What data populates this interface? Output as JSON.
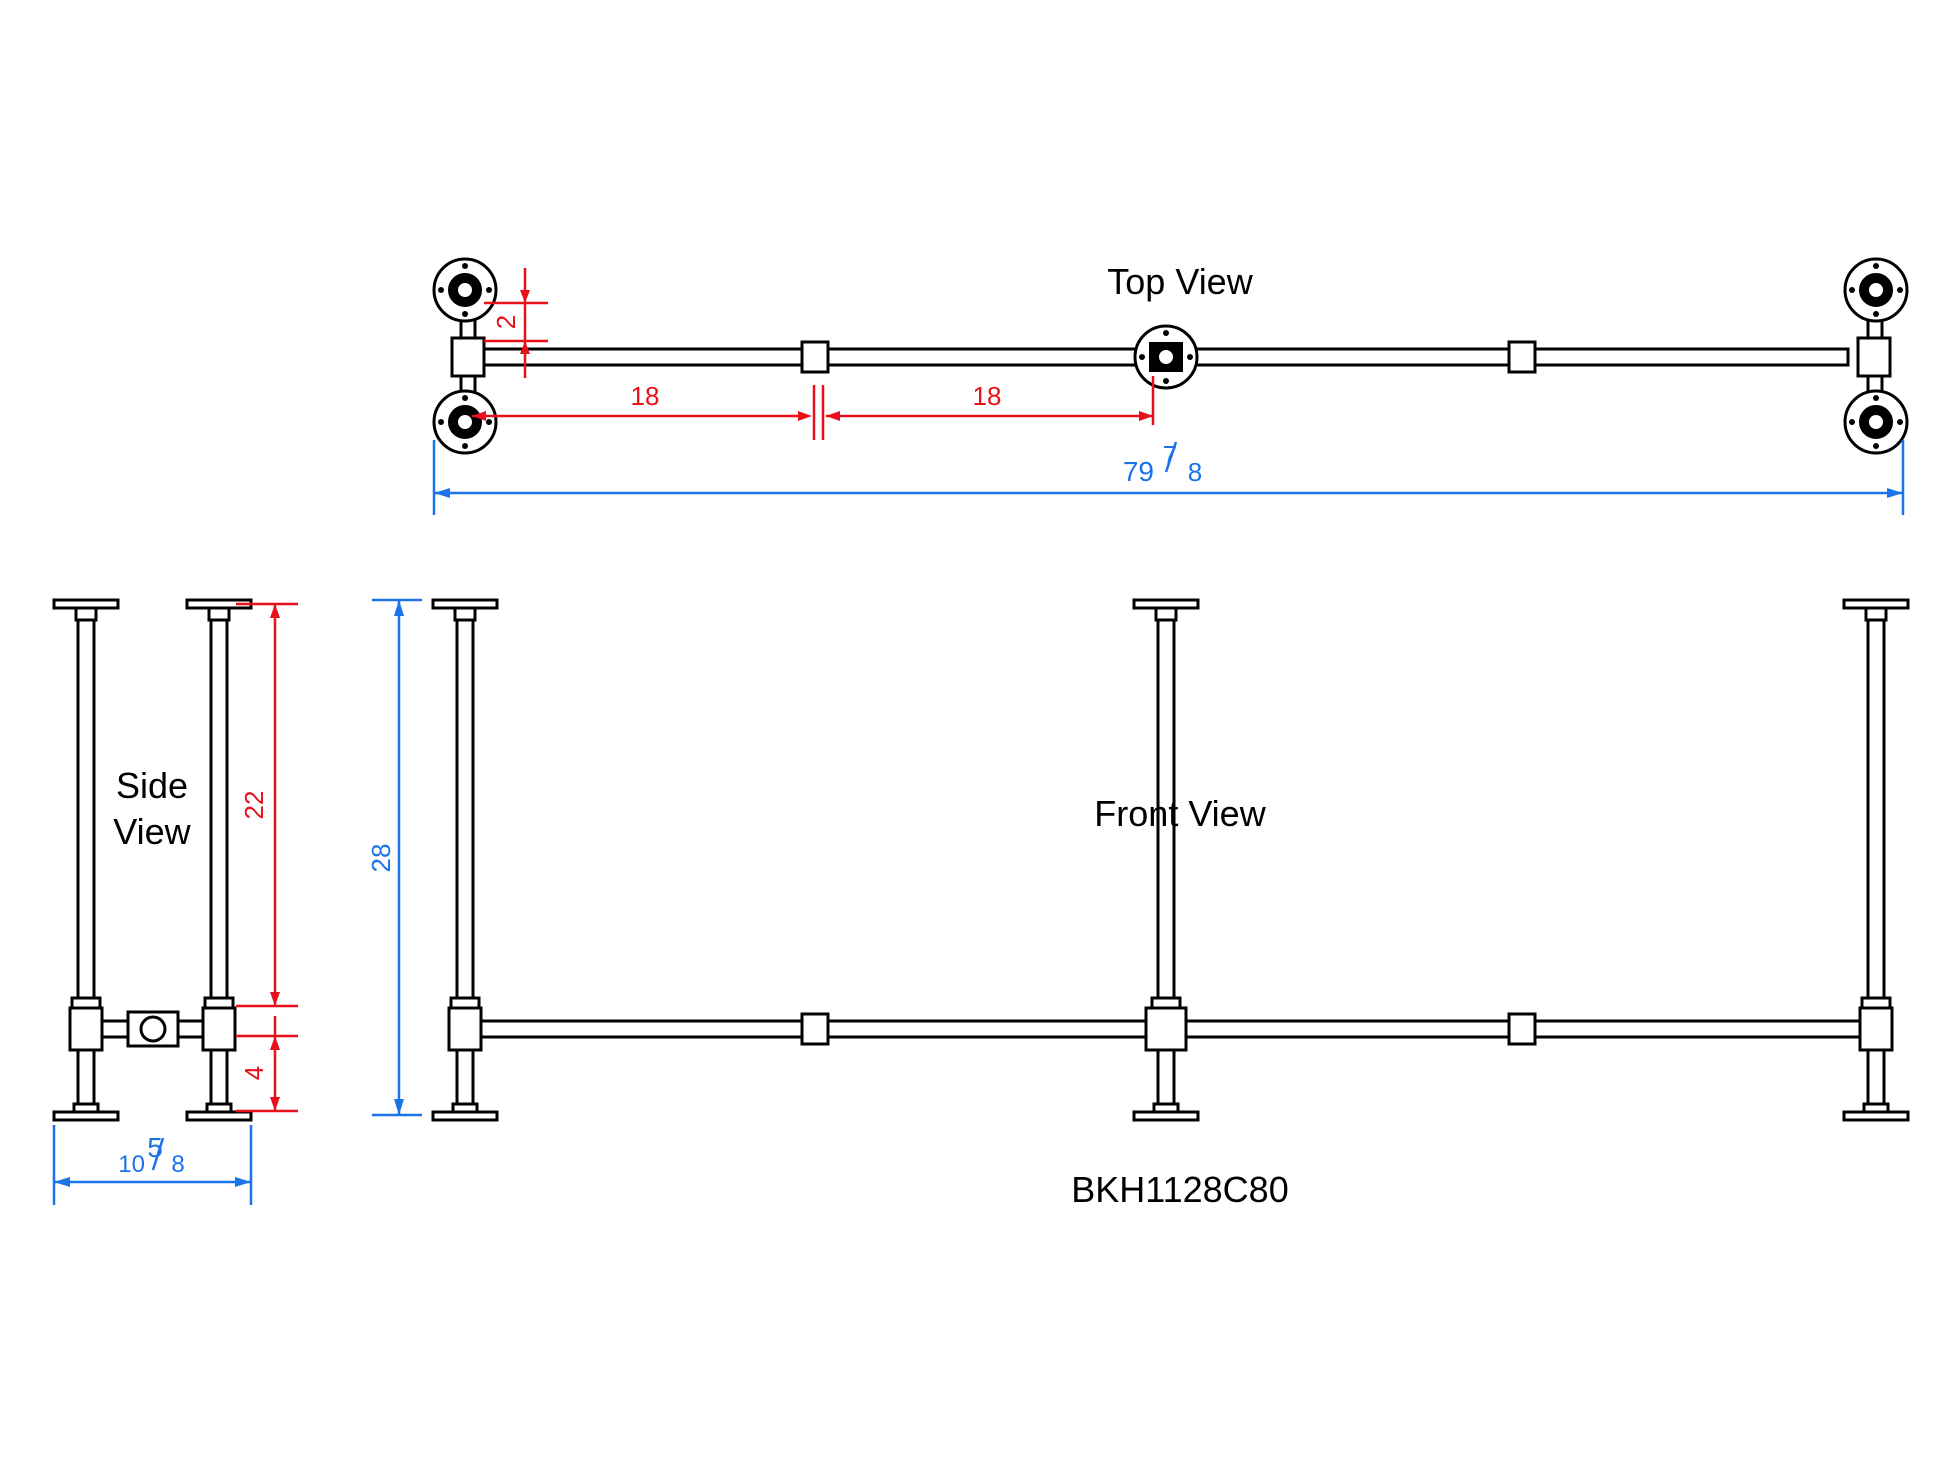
{
  "views": {
    "top_title": "Top View",
    "side_title_line1": "Side",
    "side_title_line2": "View",
    "front_title": "Front View",
    "part_number": "BKH1128C80"
  },
  "dimensions": {
    "top_gap": "2",
    "top_segment_left": "18",
    "top_segment_right": "18",
    "overall_length_whole": "79",
    "overall_length_num": "7",
    "overall_length_den": "8",
    "leg_upper": "22",
    "leg_lower": "4",
    "height": "28",
    "width_whole": "10",
    "width_num": "5",
    "width_den": "8"
  },
  "colors": {
    "red_dimension": "#e8101b",
    "blue_dimension": "#1a73e8",
    "linework": "#000000"
  }
}
